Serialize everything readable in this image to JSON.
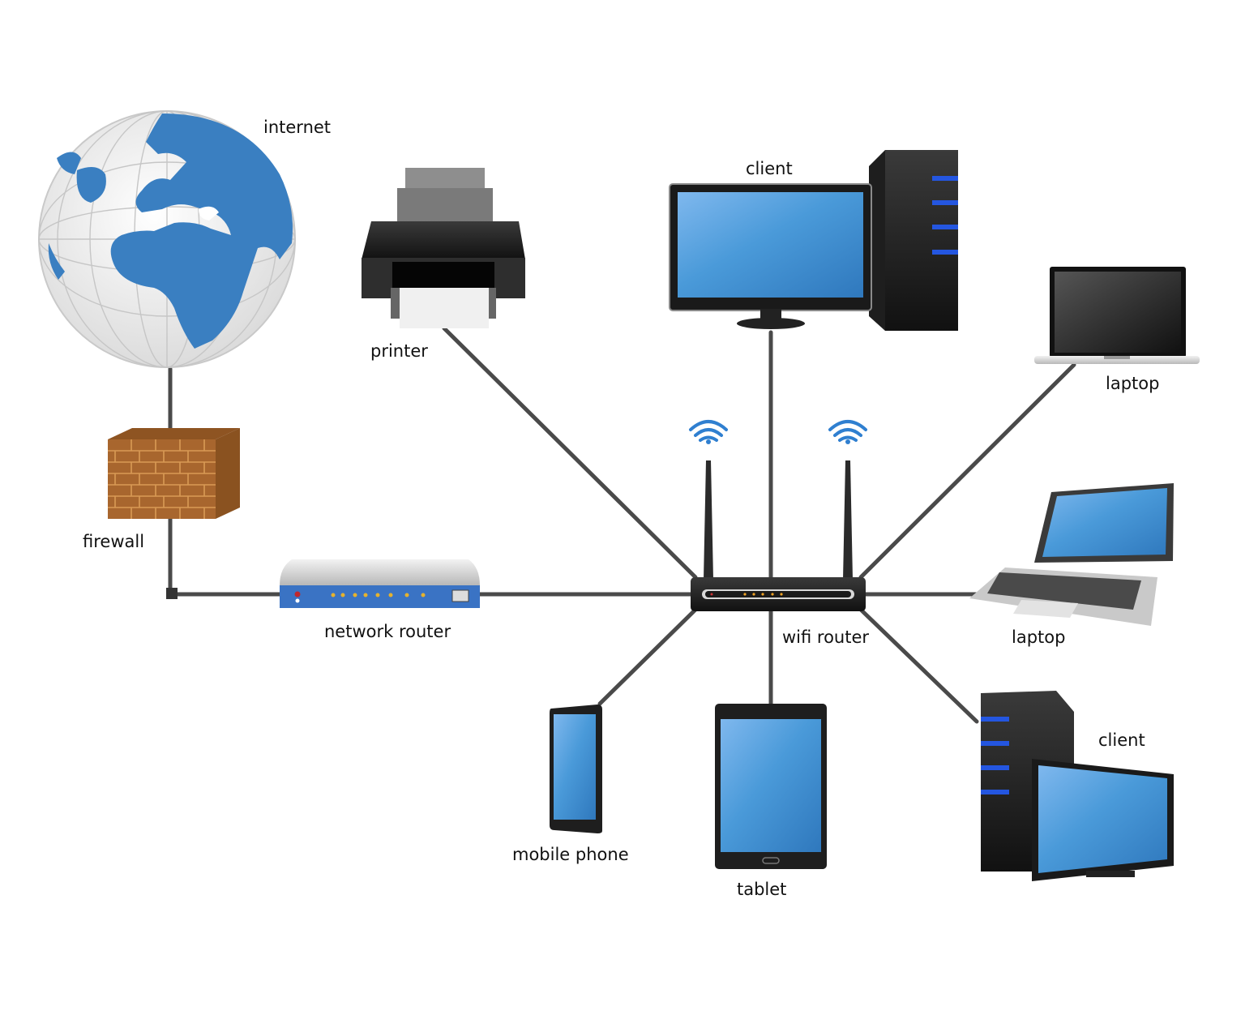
{
  "title": "Network diagram",
  "nodes": {
    "internet": {
      "label": "internet",
      "icon": "globe-icon"
    },
    "firewall": {
      "label": "firewall",
      "icon": "brick-wall-icon"
    },
    "network_router": {
      "label": "network router",
      "icon": "network-router-icon"
    },
    "wifi_router": {
      "label": "wifi router",
      "icon": "wifi-router-icon"
    },
    "printer": {
      "label": "printer",
      "icon": "printer-icon"
    },
    "client_top": {
      "label": "client",
      "icon": "desktop-computer-icon"
    },
    "laptop_top": {
      "label": "laptop",
      "icon": "laptop-icon"
    },
    "laptop_right": {
      "label": "laptop",
      "icon": "convertible-laptop-icon"
    },
    "client_bottom": {
      "label": "client",
      "icon": "desktop-computer-icon"
    },
    "tablet": {
      "label": "tablet",
      "icon": "tablet-icon"
    },
    "mobile_phone": {
      "label": "mobile phone",
      "icon": "mobile-phone-icon"
    }
  },
  "connections": [
    [
      "internet",
      "firewall"
    ],
    [
      "firewall",
      "network_router"
    ],
    [
      "network_router",
      "wifi_router"
    ],
    [
      "wifi_router",
      "printer"
    ],
    [
      "wifi_router",
      "client_top"
    ],
    [
      "wifi_router",
      "laptop_top"
    ],
    [
      "wifi_router",
      "laptop_right"
    ],
    [
      "wifi_router",
      "client_bottom"
    ],
    [
      "wifi_router",
      "tablet"
    ],
    [
      "wifi_router",
      "mobile_phone"
    ]
  ],
  "colors": {
    "screen_blue": "#3f8fd2",
    "globe_land": "#3a7fc1",
    "cable": "#4a4a4a",
    "device_dark": "#222222",
    "brick": "#a8662e",
    "wifi_signal": "#2f7fd0"
  }
}
